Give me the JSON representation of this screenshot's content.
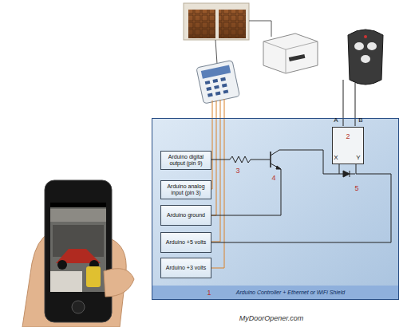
{
  "diagram": {
    "nodes": [
      {
        "text": [
          "Arduino Controller + Ethernet or WiFi Shield"
        ]
      },
      {
        "text": [
          "Arduino digital output (pin 9)"
        ],
        "in": 0
      },
      {
        "text": [
          "Arduino analog input (pin 3)"
        ],
        "in": 0
      },
      {
        "text": [
          "Arduino ground"
        ],
        "in": 0
      },
      {
        "text": [
          "Arduino +5 volts"
        ],
        "in": 0
      },
      {
        "text": [
          "Arduino +3 volts"
        ],
        "in": 0
      },
      {
        "text": [
          "2"
        ],
        "in": 0
      }
    ],
    "edges": [
      {
        "from": 4,
        "to": 6,
        "arrow": "none"
      }
    ],
    "labels": [
      "1",
      "3",
      "4",
      "5",
      "A",
      "B",
      "X",
      "Y",
      "MyDoorOpener.com"
    ]
  }
}
